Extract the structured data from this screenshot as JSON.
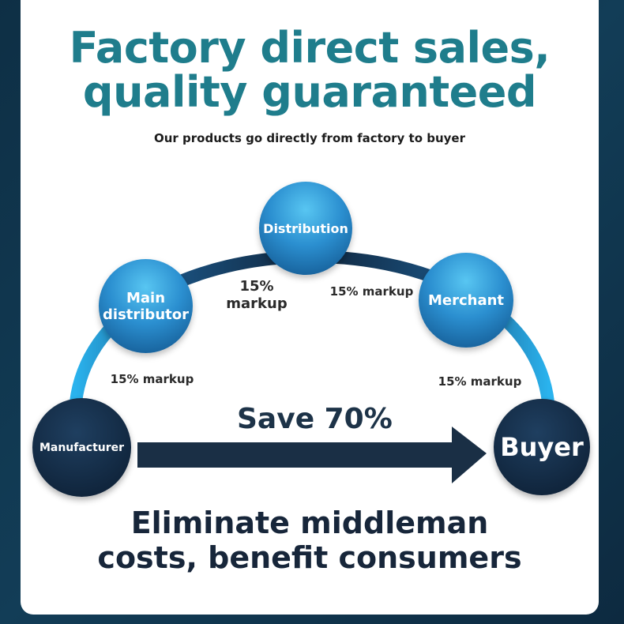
{
  "header": {
    "title_line1": "Factory direct sales,",
    "title_line2": "quality guaranteed",
    "subtitle": "Our products go directly from factory to buyer"
  },
  "nodes": {
    "manufacturer": "Manufacturer",
    "main_distributor_line1": "Main",
    "main_distributor_line2": "distributor",
    "distribution": "Distribution",
    "merchant": "Merchant",
    "buyer": "Buyer"
  },
  "markups": {
    "left": "15% markup",
    "center_line1": "15%",
    "center_line2": "markup",
    "right_top": "15% markup",
    "right_bottom": "15% markup"
  },
  "arrow": {
    "label": "Save 70%"
  },
  "footer": {
    "line1": "Eliminate middleman",
    "line2": "costs, benefit consumers"
  },
  "colors": {
    "title": "#1f7d8c",
    "arc_blue": "#2aa8e6",
    "arc_dark": "#10263d",
    "arrow": "#1a2f45",
    "background": "#0e2f45"
  }
}
